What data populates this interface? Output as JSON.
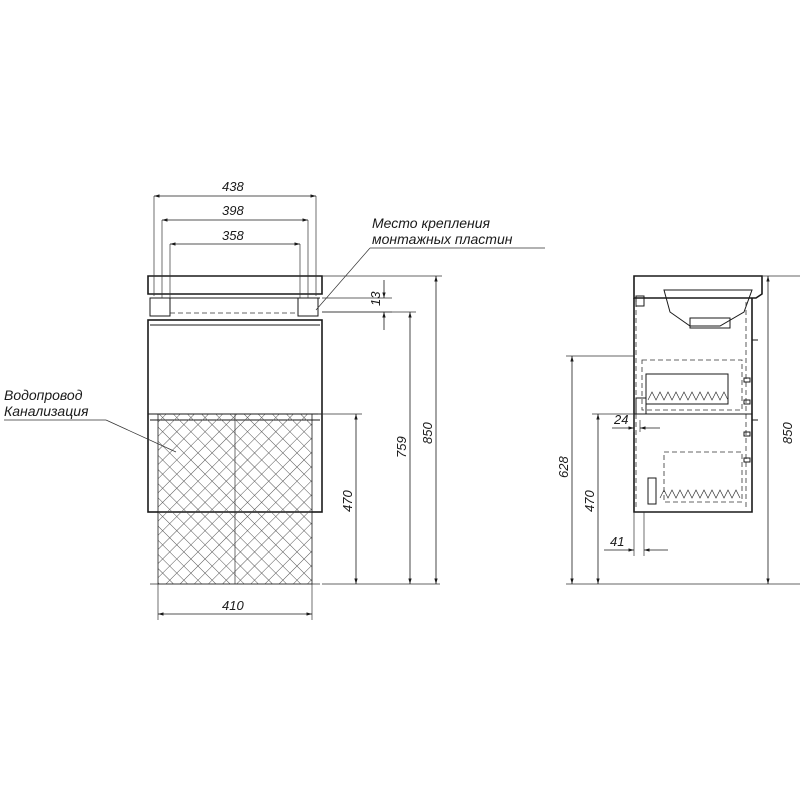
{
  "front_view": {
    "dimensions": {
      "top_width_outer": "438",
      "top_width_mid": "398",
      "top_width_inner": "358",
      "plate_offset": "13",
      "height_759": "759",
      "height_total": "850",
      "pipe_height": "470",
      "pipe_zone_width": "410"
    },
    "notes": {
      "mounting_line1": "Место крепления",
      "mounting_line2": "монтажных пластин",
      "pipes_line1": "Водопровод",
      "pipes_line2": "Канализация"
    }
  },
  "side_view": {
    "dimensions": {
      "height_total": "850",
      "height_628": "628",
      "pipe_height": "470",
      "depth_24": "24",
      "depth_41": "41"
    }
  }
}
